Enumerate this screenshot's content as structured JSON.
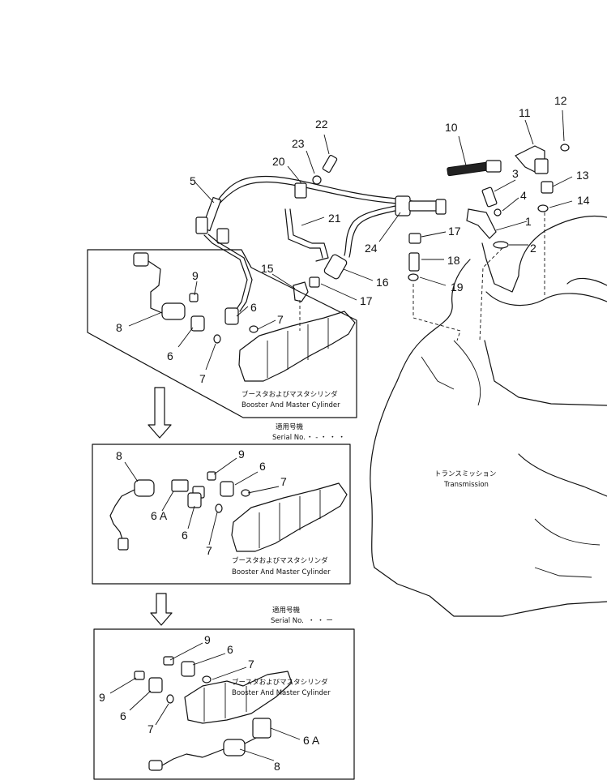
{
  "callouts": {
    "n1": "1",
    "n2": "2",
    "n3": "3",
    "n4": "4",
    "n5": "5",
    "n6": "6",
    "n7": "7",
    "n8": "8",
    "n9": "9",
    "n10": "10",
    "n11": "11",
    "n12": "12",
    "n13": "13",
    "n14": "14",
    "n15": "15",
    "n16": "16",
    "n17": "17",
    "n18": "18",
    "n19": "19",
    "n20": "20",
    "n21": "21",
    "n22": "22",
    "n23": "23",
    "n24": "24",
    "n6a": "6 A"
  },
  "captions": {
    "booster_jp": "ブースタおよびマスタシリンダ",
    "booster_en": "Booster And Master Cylinder",
    "serial_jp": "適用号機",
    "serial_en": "Serial No.",
    "serial_range_1": "・ - ・ ・ ・",
    "serial_range_2": "・ ・ ー",
    "transmission_jp": "トランスミッション",
    "transmission_en": "Transmission"
  }
}
